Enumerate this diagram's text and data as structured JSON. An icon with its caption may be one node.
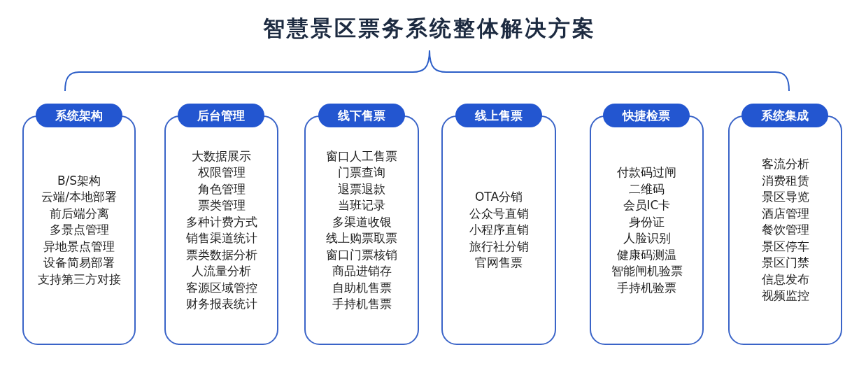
{
  "diagram": {
    "title": "智慧景区票务系统整体解决方案",
    "nodes": [
      {
        "text": [
          "系统架构"
        ]
      },
      {
        "text": [
          "B/S架构",
          "云端/本地部署",
          "前后端分离",
          "多景点管理",
          "异地景点管理",
          "设备简易部署",
          "支持第三方对接"
        ]
      },
      {
        "text": [
          "后台管理"
        ]
      },
      {
        "text": [
          "大数据展示",
          "权限管理",
          "角色管理",
          "票类管理",
          "多种计费方式",
          "销售渠道统计",
          "票类数据分析",
          "人流量分析",
          "客源区域管控",
          "财务报表统计"
        ]
      },
      {
        "text": [
          "线下售票"
        ]
      },
      {
        "text": [
          "窗口人工售票",
          "门票查询",
          "退票退款",
          "当班记录",
          "多渠道收银",
          "线上购票取票",
          "窗口门票核销",
          "商品进销存",
          "自助机售票",
          "手持机售票"
        ]
      },
      {
        "text": [
          "线上售票"
        ]
      },
      {
        "text": [
          "OTA分销",
          "公众号直销",
          "小程序直销",
          "旅行社分销",
          "官网售票"
        ]
      },
      {
        "text": [
          "快捷检票"
        ]
      },
      {
        "text": [
          "付款码过闸",
          "二维码",
          "会员IC卡",
          "身份证",
          "人脸识别",
          "健康码测温",
          "智能闸机验票",
          "手持机验票"
        ]
      },
      {
        "text": [
          "系统集成"
        ]
      },
      {
        "text": [
          "客流分析",
          "消费租赁",
          "景区导览",
          "酒店管理",
          "餐饮管理",
          "景区停车",
          "景区门禁",
          "信息发布",
          "视频监控"
        ]
      }
    ]
  }
}
